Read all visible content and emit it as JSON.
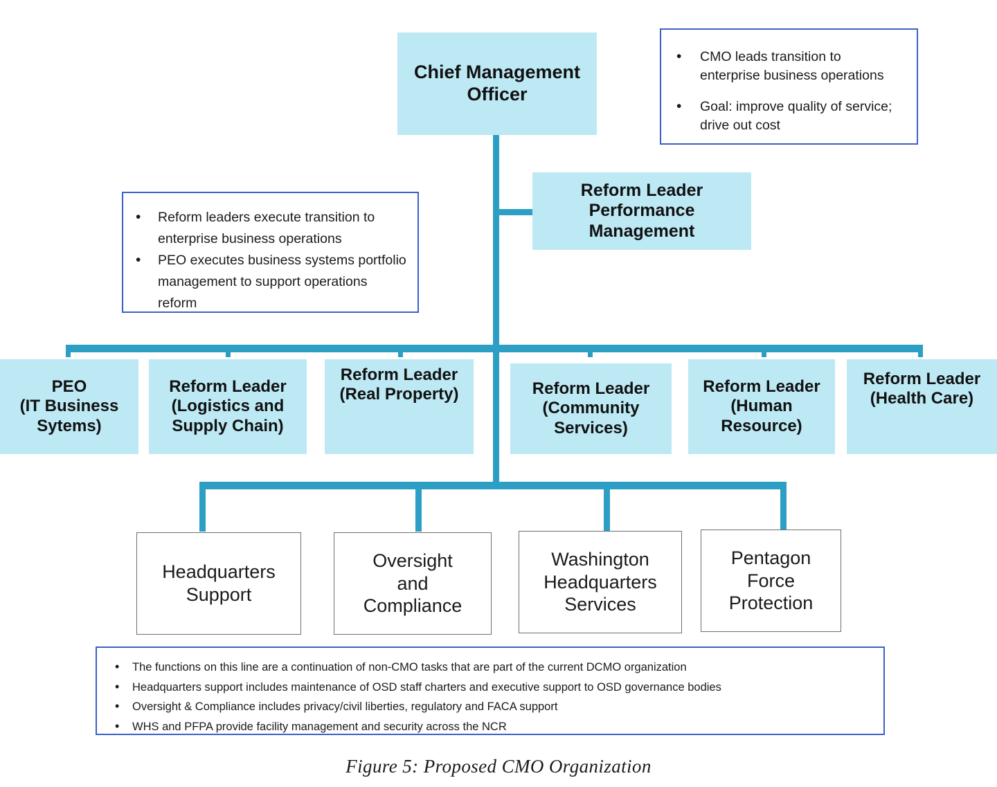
{
  "figure": {
    "caption": "Figure 5:  Proposed CMO Organization"
  },
  "colors": {
    "box_fill": "#bde9f5",
    "connector": "#2e9fc4",
    "callout_border": "#3a5fc8",
    "white_box_border": "#6e6e6e",
    "text": "#111111",
    "background": "#ffffff"
  },
  "org": {
    "root": {
      "line1": "Chief Management",
      "line2": "Officer"
    },
    "staff": {
      "line1": "Reform Leader",
      "line2": "Performance",
      "line3": "Management"
    },
    "reform_leaders": [
      {
        "line1": "PEO",
        "line2": "(IT Business",
        "line3": "Sytems)"
      },
      {
        "line1": "Reform Leader",
        "line2": "(Logistics and",
        "line3": "Supply Chain)"
      },
      {
        "line1": "Reform Leader",
        "line2": "(Real Property)",
        "line3": ""
      },
      {
        "line1": "Reform Leader",
        "line2": "(Community",
        "line3": "Services)"
      },
      {
        "line1": "Reform Leader",
        "line2": "(Human",
        "line3": "Resource)"
      },
      {
        "line1": "Reform Leader",
        "line2": "(Health Care)",
        "line3": ""
      }
    ],
    "support_functions": [
      {
        "line1": "Headquarters",
        "line2": "Support",
        "line3": ""
      },
      {
        "line1": "Oversight",
        "line2": "and",
        "line3": "Compliance"
      },
      {
        "line1": "Washington",
        "line2": "Headquarters",
        "line3": "Services"
      },
      {
        "line1": "Pentagon",
        "line2": "Force",
        "line3": "Protection"
      }
    ]
  },
  "callouts": {
    "cmo": {
      "bullets": [
        "CMO leads transition to enterprise business operations",
        "Goal: improve quality of service; drive out cost"
      ]
    },
    "reform": {
      "bullets": [
        "Reform leaders execute transition to enterprise business operations",
        "PEO executes business systems portfolio management to support operations reform"
      ]
    },
    "notes": {
      "bullets": [
        "The functions on this line are a continuation of non-CMO tasks that are part of the current DCMO organization",
        "Headquarters support includes maintenance of OSD staff charters and executive support to OSD governance bodies",
        "Oversight & Compliance includes privacy/civil liberties, regulatory and FACA support",
        "WHS and PFPA provide facility management and security across the NCR"
      ]
    }
  }
}
